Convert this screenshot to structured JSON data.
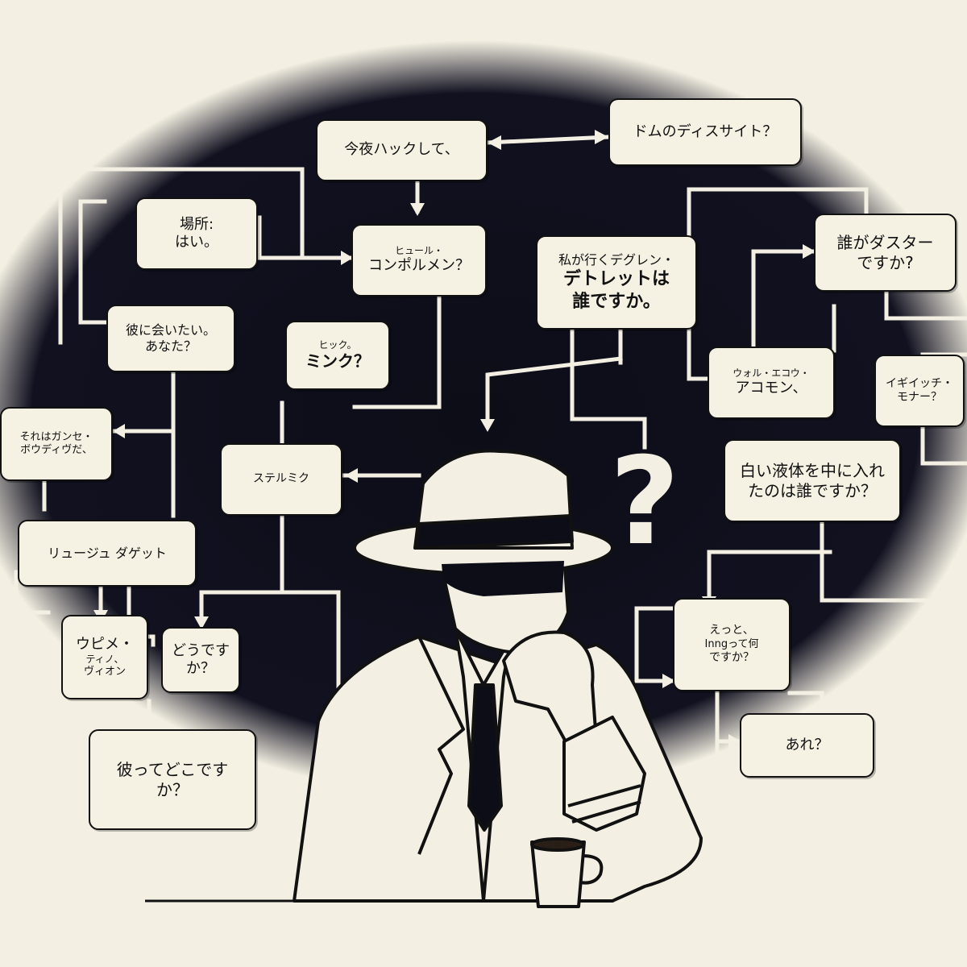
{
  "diagram": {
    "boxes": {
      "tonight": [
        "今夜ハックして、"
      ],
      "dom": [
        "ドムのディスサイト？"
      ],
      "place": [
        "場所:",
        "はい。"
      ],
      "hule": [
        "ヒュール・",
        "コンポルメン？"
      ],
      "detlet": [
        "私が行くデグレン・",
        "デトレットは",
        "誰ですか。"
      ],
      "duster": [
        "誰がダスター",
        "ですか?"
      ],
      "meet": [
        "彼に会いたい。",
        "あなた？"
      ],
      "hick": [
        "ヒック。",
        "ミンク？"
      ],
      "wol": [
        "ウォル・エコウ・",
        "アコモン、"
      ],
      "igiich": [
        "イギイッチ・",
        "モナー？"
      ],
      "gansei": [
        "それはガンセ・",
        "ボウディヴだ、"
      ],
      "stelmik": [
        "ステルミク"
      ],
      "white_liquid": [
        "白い液体を中に入れ",
        "たのは誰ですか？"
      ],
      "luge": [
        "リュージュ ダゲット"
      ],
      "upime": [
        "ウピメ・",
        "ティノ、",
        "ヴィオン"
      ],
      "dou": [
        "どうです",
        "か？"
      ],
      "etto": [
        "えっと、",
        "Inngって何",
        "ですか？"
      ],
      "where": [
        "彼ってどこです",
        "か？"
      ],
      "are": [
        "あれ？"
      ]
    },
    "question_mark": "?"
  }
}
